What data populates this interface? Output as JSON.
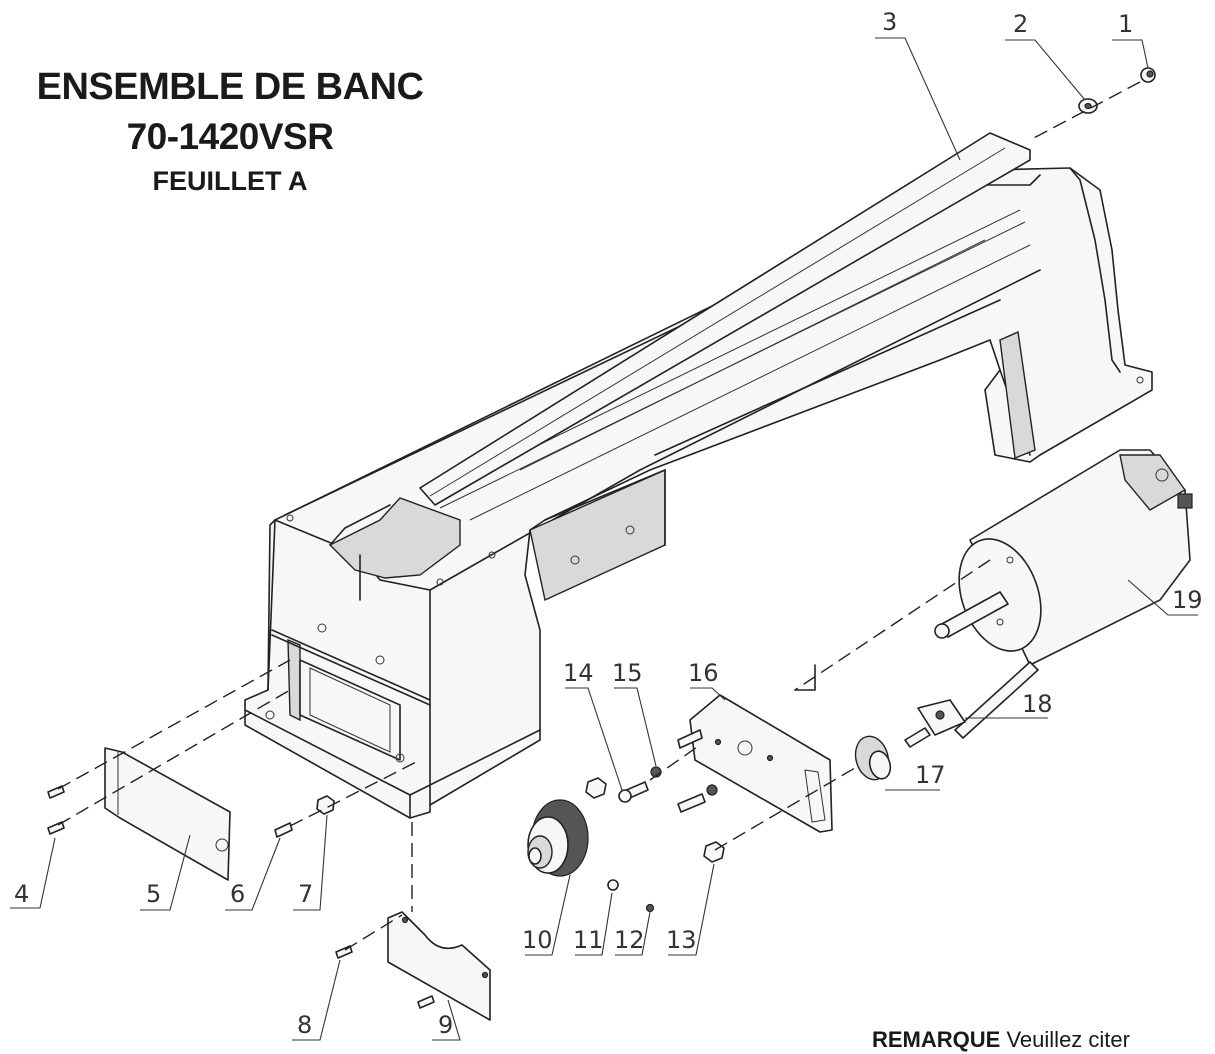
{
  "title": {
    "line1": "ENSEMBLE DE BANC",
    "line2": "70-1420VSR",
    "line3": "FEUILLET A"
  },
  "note": {
    "label": "REMARQUE",
    "text": "Veuillez citer"
  },
  "callouts": [
    "1",
    "2",
    "3",
    "4",
    "5",
    "6",
    "7",
    "8",
    "9",
    "10",
    "11",
    "12",
    "13",
    "14",
    "15",
    "16",
    "17",
    "18",
    "19"
  ]
}
